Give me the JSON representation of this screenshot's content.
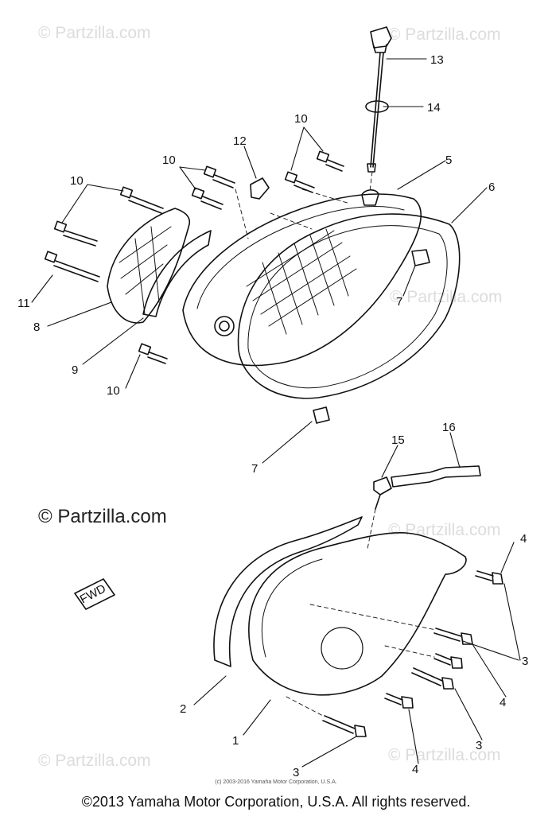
{
  "watermarks": {
    "faint": "© Partzilla.com",
    "dark": "© Partzilla.com"
  },
  "fwd_label": "FWD",
  "callouts": [
    "1",
    "2",
    "3",
    "4",
    "5",
    "6",
    "7",
    "8",
    "9",
    "10",
    "11",
    "12",
    "13",
    "14",
    "15",
    "16"
  ],
  "small_copyright": "(c) 2003-2016 Yamaha Motor Corporation, U.S.A.",
  "footer": "©2013 Yamaha Motor Corporation, U.S.A. All rights reserved.",
  "colors": {
    "line": "#111111",
    "watermark": "#dcdcdc",
    "background": "#ffffff"
  }
}
